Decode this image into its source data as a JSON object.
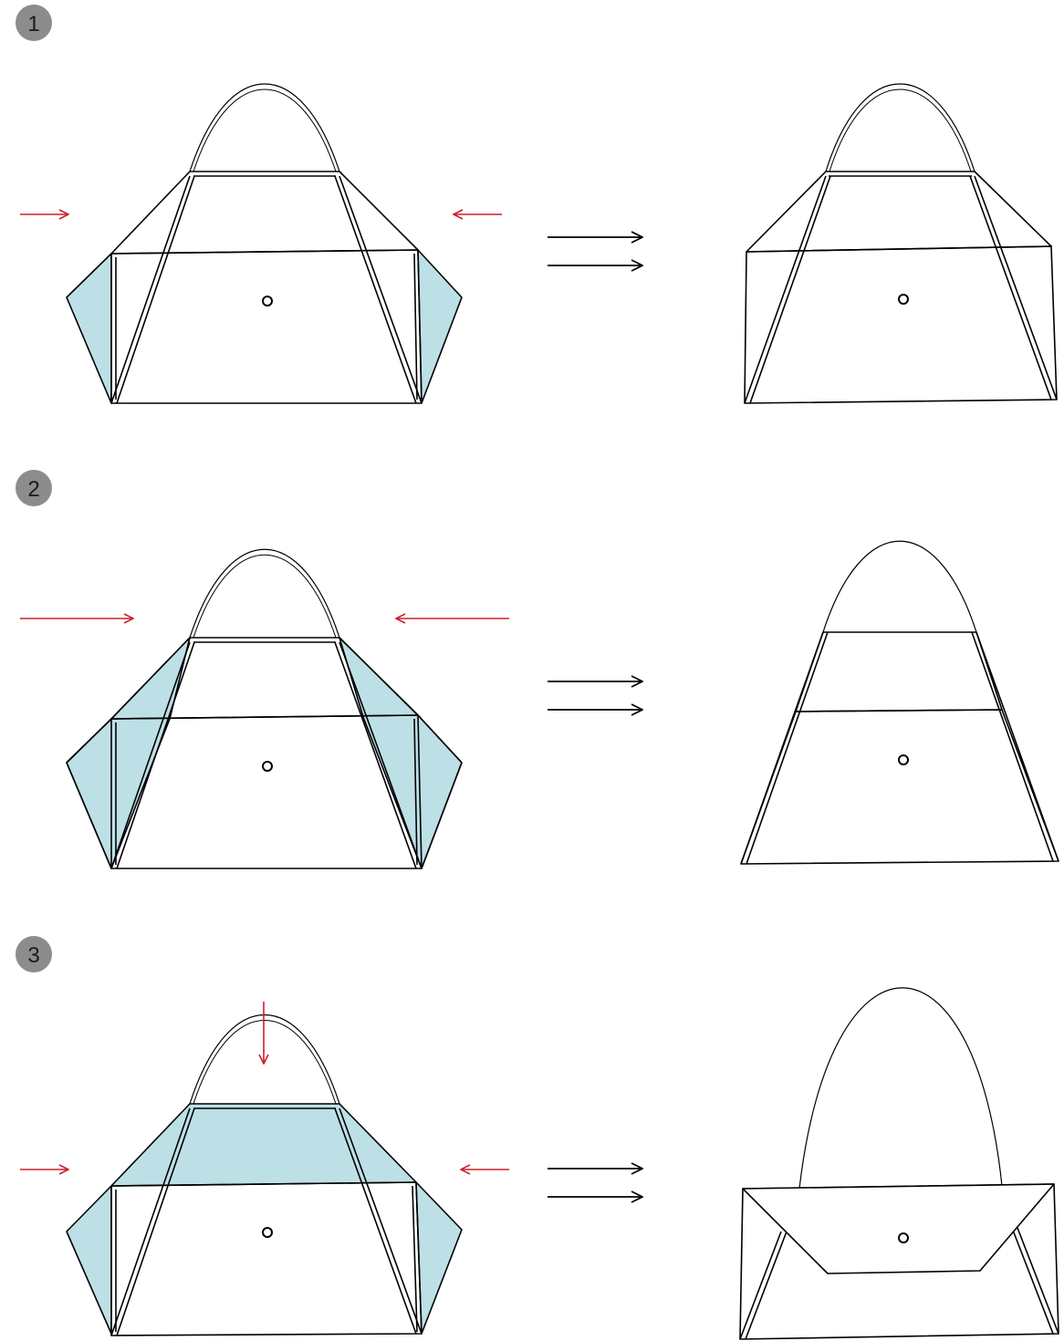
{
  "steps": [
    {
      "number": "1"
    },
    {
      "number": "2"
    },
    {
      "number": "3"
    }
  ],
  "colors": {
    "fold_fill": "#bde0e6",
    "instruction_arrow": "#cc1f2b",
    "result_arrow": "#000000",
    "outline": "#000000",
    "badge": "#8c8c8c"
  },
  "icons": [
    "push-inward-arrow-icon",
    "push-down-arrow-icon",
    "double-arrow-icon",
    "button-icon"
  ]
}
